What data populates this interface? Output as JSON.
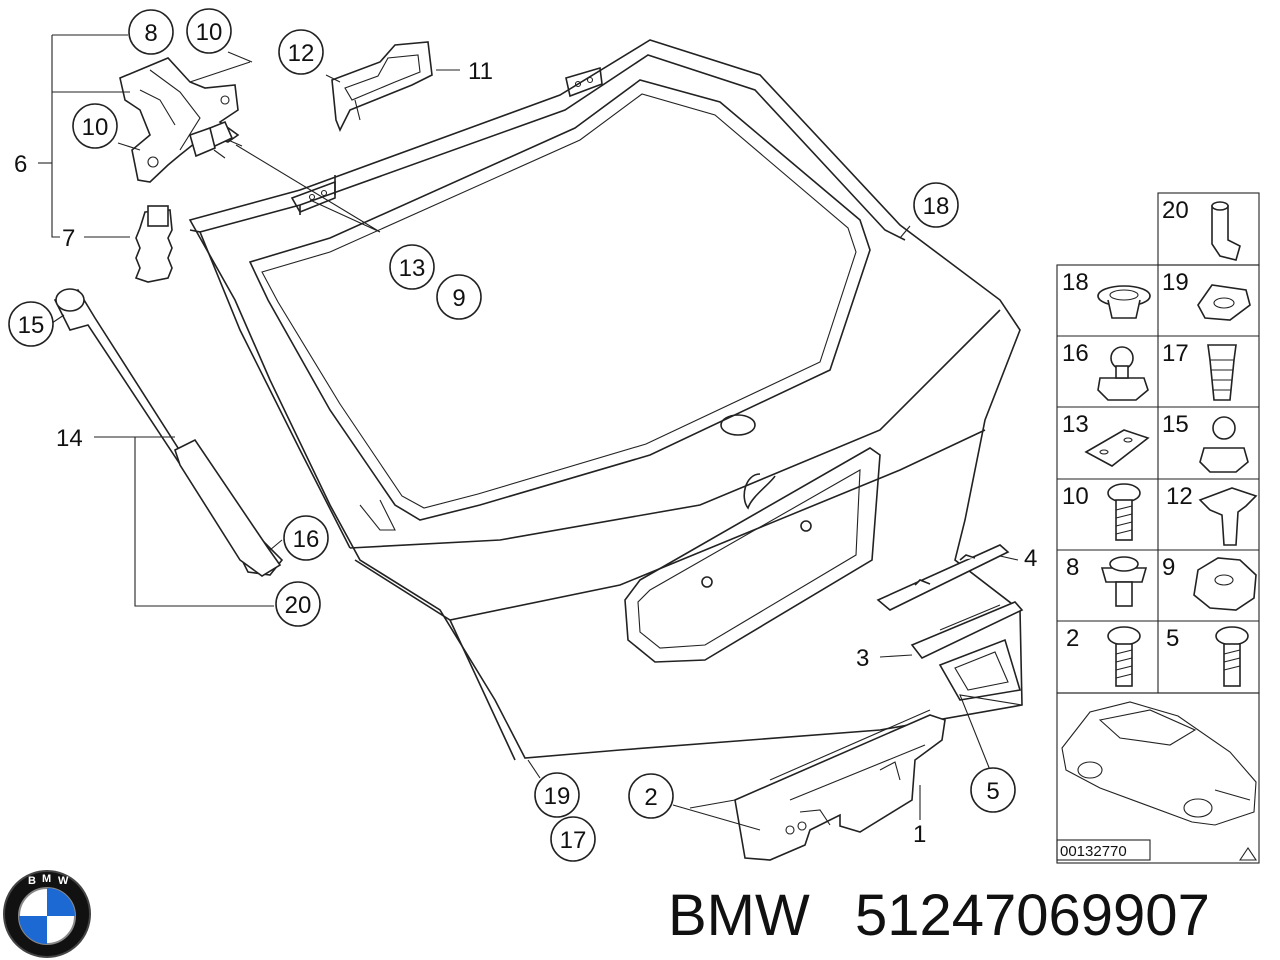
{
  "callouts": {
    "c8": "8",
    "c10a": "10",
    "c12": "12",
    "c10b": "10",
    "c13": "13",
    "c9": "9",
    "c18": "18",
    "c15": "15",
    "c16": "16",
    "c20": "20",
    "c19": "19",
    "c17": "17",
    "c2": "2",
    "c5": "5"
  },
  "labels": {
    "l11": "11",
    "l6": "6",
    "l7": "7",
    "l14": "14",
    "l4": "4",
    "l3": "3",
    "l1": "1"
  },
  "parts_grid": {
    "top_cell": "20",
    "cells": [
      "18",
      "19",
      "16",
      "17",
      "13",
      "15",
      "10",
      "12",
      "8",
      "9",
      "2",
      "5"
    ]
  },
  "ref_code": "00132770",
  "footer": {
    "brand": "BMW",
    "part_number": "51247069907",
    "logo_letters": [
      "B",
      "M",
      "W"
    ]
  },
  "colors": {
    "ink": "#222222",
    "logo_blue": "#1c69d4",
    "logo_ring": "#111111"
  }
}
